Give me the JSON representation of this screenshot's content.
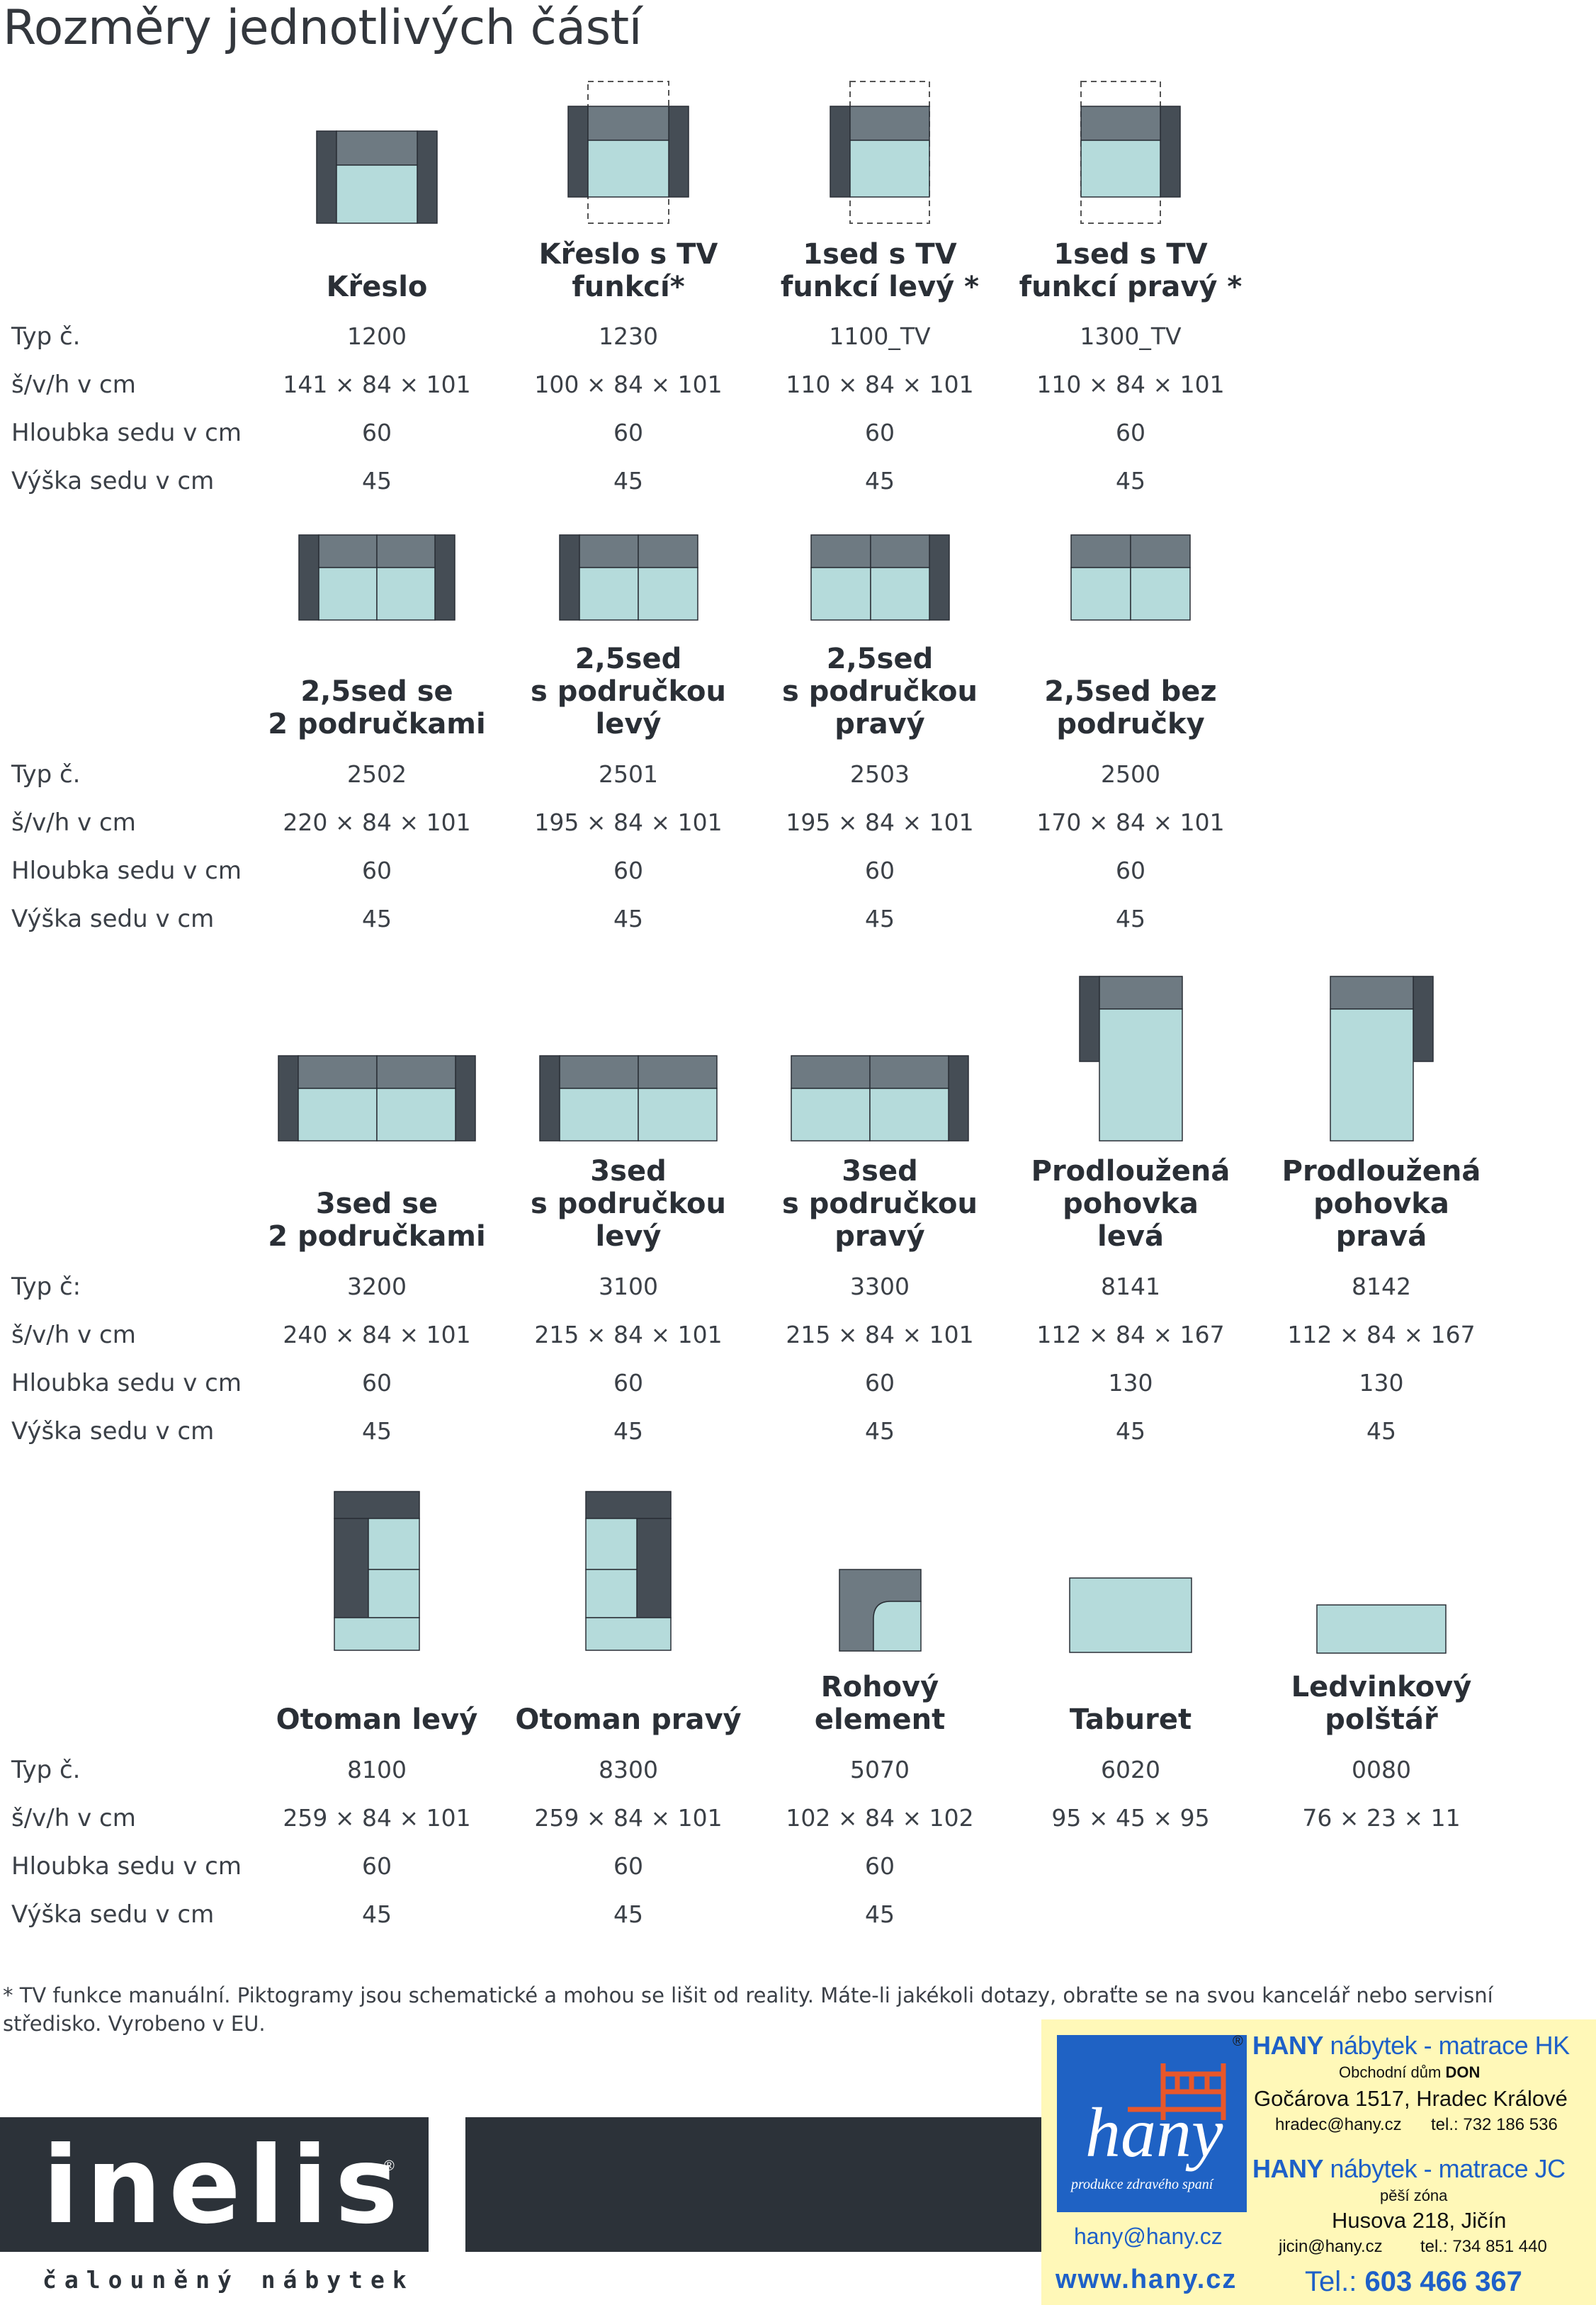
{
  "title": "Rozměry jednotlivých částí",
  "colors": {
    "dark": "#454d55",
    "seat": "#b5dbdb",
    "back": "#6e7a82",
    "line": "#2a2f36"
  },
  "sections": [
    {
      "labels": [
        "Typ č.",
        "š/v/h v cm",
        "Hloubka sedu v cm",
        "Výška sedu v cm"
      ],
      "items": [
        {
          "name": "Křeslo",
          "pic": "armchair",
          "type": "1200",
          "dims": "141 × 84 × 101",
          "depth": "60",
          "height": "45"
        },
        {
          "name": "Křeslo s TV\nfunkcí*",
          "pic": "tv-both",
          "type": "1230",
          "dims": "100 × 84 × 101",
          "depth": "60",
          "height": "45"
        },
        {
          "name": "1sed s TV\nfunkcí levý *",
          "pic": "tv-left",
          "type": "1100_TV",
          "dims": "110 × 84 × 101",
          "depth": "60",
          "height": "45"
        },
        {
          "name": "1sed s TV\nfunkcí pravý *",
          "pic": "tv-right",
          "type": "1300_TV",
          "dims": "110 × 84 × 101",
          "depth": "60",
          "height": "45"
        }
      ]
    },
    {
      "labels": [
        "Typ č.",
        "š/v/h v cm",
        "Hloubka sedu v cm",
        "Výška sedu v cm"
      ],
      "items": [
        {
          "name": "2,5sed se\n2 područkami",
          "pic": "two-both",
          "type": "2502",
          "dims": "220 × 84 × 101",
          "depth": "60",
          "height": "45"
        },
        {
          "name": "2,5sed\ns područkou\nlevý",
          "pic": "two-left",
          "type": "2501",
          "dims": "195 × 84 × 101",
          "depth": "60",
          "height": "45"
        },
        {
          "name": "2,5sed\ns područkou\npravý",
          "pic": "two-right",
          "type": "2503",
          "dims": "195 × 84 × 101",
          "depth": "60",
          "height": "45"
        },
        {
          "name": "2,5sed bez\npodručky",
          "pic": "two-none",
          "type": "2500",
          "dims": "170 × 84 × 101",
          "depth": "60",
          "height": "45"
        }
      ]
    },
    {
      "labels": [
        "Typ č:",
        "š/v/h v cm",
        "Hloubka sedu v cm",
        "Výška sedu v cm"
      ],
      "items": [
        {
          "name": "3sed se\n2 područkami",
          "pic": "three-both",
          "type": "3200",
          "dims": "240 × 84 × 101",
          "depth": "60",
          "height": "45"
        },
        {
          "name": "3sed\ns područkou\nlevý",
          "pic": "three-left",
          "type": "3100",
          "dims": "215 × 84 × 101",
          "depth": "60",
          "height": "45"
        },
        {
          "name": "3sed\ns područkou\npravý",
          "pic": "three-right",
          "type": "3300",
          "dims": "215 × 84 × 101",
          "depth": "60",
          "height": "45"
        },
        {
          "name": "Prodloužená\npohovka\nlevá",
          "pic": "long-left",
          "type": "8141",
          "dims": "112 × 84 × 167",
          "depth": "130",
          "height": "45"
        },
        {
          "name": "Prodloužená\npohovka\npravá",
          "pic": "long-right",
          "type": "8142",
          "dims": "112 × 84 × 167",
          "depth": "130",
          "height": "45"
        }
      ]
    },
    {
      "labels": [
        "Typ č.",
        "š/v/h v cm",
        "Hloubka sedu v cm",
        "Výška sedu v cm"
      ],
      "items": [
        {
          "name": "Otoman levý",
          "pic": "otoman-left",
          "type": "8100",
          "dims": "259 × 84 × 101",
          "depth": "60",
          "height": "45"
        },
        {
          "name": "Otoman pravý",
          "pic": "otoman-right",
          "type": "8300",
          "dims": "259 × 84 × 101",
          "depth": "60",
          "height": "45"
        },
        {
          "name": "Rohový\nelement",
          "pic": "corner",
          "type": "5070",
          "dims": "102 × 84 × 102",
          "depth": "60",
          "height": "45"
        },
        {
          "name": "Taburet",
          "pic": "taburet",
          "type": "6020",
          "dims": "95 × 45 × 95",
          "depth": "",
          "height": ""
        },
        {
          "name": "Ledvinkový\npolštář",
          "pic": "pillow",
          "type": "0080",
          "dims": "76 × 23 × 11",
          "depth": "",
          "height": ""
        }
      ]
    }
  ],
  "footnote": "* TV funkce manuální.  Piktogramy jsou schematické a mohou se lišit od reality. Máte-li jakékoli dotazy, obraťte se na svou kancelář nebo servisní středisko. Vyrobeno v EU.",
  "inelis": {
    "logo": "inelis",
    "reg": "®",
    "subtitle": "čalouněný nábytek"
  },
  "hany": {
    "brand": "hany",
    "tagline": "produkce zdravého spaní",
    "reg": "®",
    "hk_title_bold": "HANY",
    "hk_title_rest": " nábytek - matrace HK",
    "hk_place_pre": "Obchodní dům ",
    "hk_place_bold": "DON",
    "hk_address": "Gočárova 1517, Hradec Králové",
    "hk_email": "hradec@hany.cz",
    "hk_tel": "tel.: 732 186 536",
    "jc_title_bold": "HANY",
    "jc_title_rest": " nábytek - matrace JC",
    "jc_place": "pěší zóna",
    "jc_address": "Husova 218, Jičín",
    "jc_email": "jicin@hany.cz",
    "jc_tel": "tel.: 734 851 440",
    "email": "hany@hany.cz",
    "web": "www.hany.cz",
    "phone_pre": "Tel.: ",
    "phone": "603 466 367"
  }
}
